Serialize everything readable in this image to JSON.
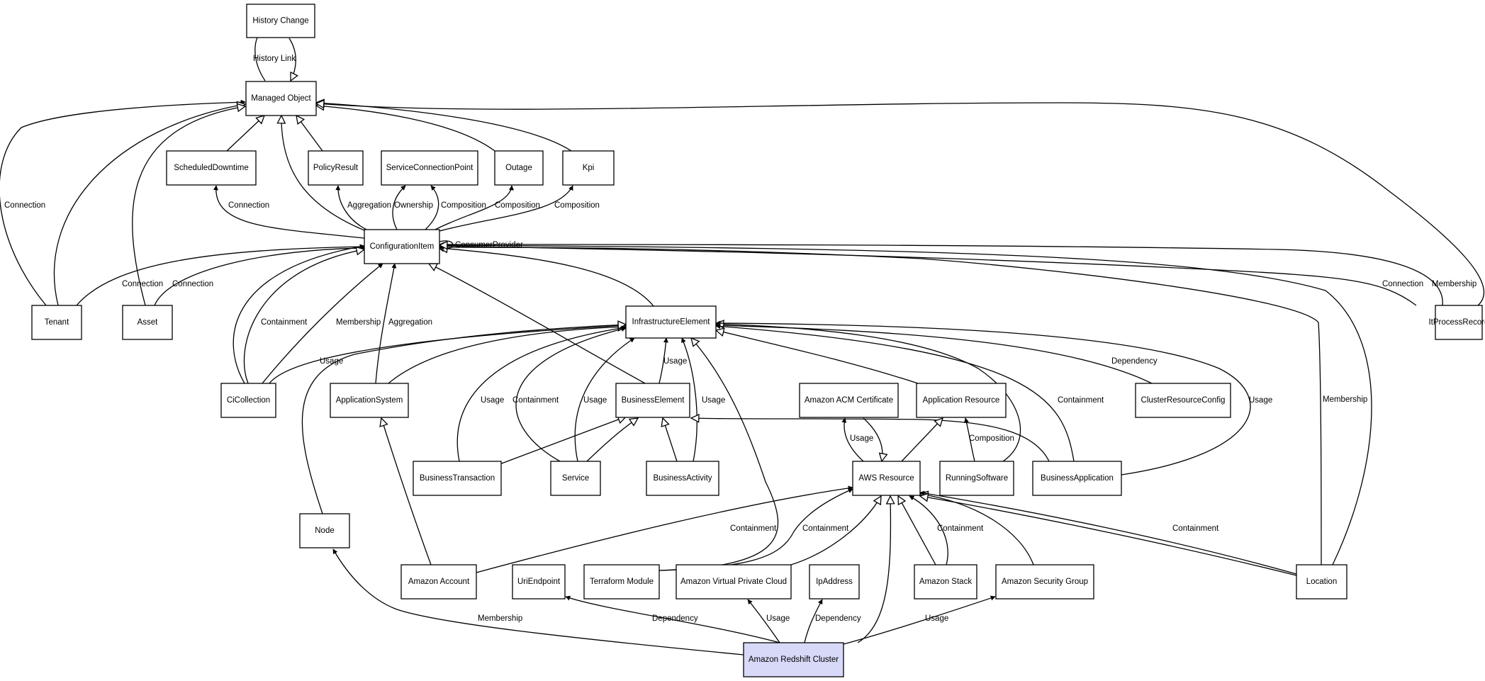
{
  "nodes": {
    "history_change": "History Change",
    "managed_object": "Managed Object",
    "scheduled_downtime": "ScheduledDowntime",
    "policy_result": "PolicyResult",
    "service_connection_point": "ServiceConnectionPoint",
    "outage": "Outage",
    "kpi": "Kpi",
    "configuration_item": "ConfigurationItem",
    "tenant": "Tenant",
    "asset": "Asset",
    "infrastructure_element": "InfrastructureElement",
    "it_process_record": "ItProcessRecord",
    "ci_collection": "CiCollection",
    "application_system": "ApplicationSystem",
    "business_element": "BusinessElement",
    "amazon_acm_certificate": "Amazon ACM Certificate",
    "application_resource": "Application Resource",
    "cluster_resource_config": "ClusterResourceConfig",
    "business_transaction": "BusinessTransaction",
    "service": "Service",
    "business_activity": "BusinessActivity",
    "aws_resource": "AWS Resource",
    "running_software": "RunningSoftware",
    "business_application": "BusinessApplication",
    "node": "Node",
    "amazon_account": "Amazon Account",
    "uri_endpoint": "UriEndpoint",
    "terraform_module": "Terraform Module",
    "amazon_vpc": "Amazon Virtual Private Cloud",
    "ip_address": "IpAddress",
    "amazon_stack": "Amazon Stack",
    "amazon_security_group": "Amazon Security Group",
    "location": "Location",
    "amazon_redshift_cluster": "Amazon Redshift Cluster"
  },
  "edge_labels": {
    "history_link": "History Link",
    "connection_tenant_mo": "Connection",
    "connection_sd": "Connection",
    "aggregation_pr": "Aggregation",
    "ownership_scp": "Ownership",
    "composition_scp": "Composition",
    "composition_outage": "Composition",
    "composition_kpi": "Composition",
    "consumer_provider": "ConsumerProvider",
    "connection_tenant_ci": "Connection",
    "connection_asset_ci": "Connection",
    "connection_itpr_ci": "Connection",
    "membership_itpr_mo": "Membership",
    "containment_cic_ci": "Containment",
    "membership_cic_ci": "Membership",
    "aggregation_as_ci": "Aggregation",
    "usage_cic_ie": "Usage",
    "dependency_crc_ie": "Dependency",
    "usage_bt_ie": "Usage",
    "containment_service_ie": "Containment",
    "usage_service_ie": "Usage",
    "usage_be_ie": "Usage",
    "usage_ba_ie": "Usage",
    "containment_bapp_ie": "Containment",
    "usage_bapp_ie": "Usage",
    "membership_location_ci": "Membership",
    "usage_aws_acm": "Usage",
    "composition_rs_ar": "Composition",
    "containment_acct_aws": "Containment",
    "containment_tf_aws": "Containment",
    "containment_stack_aws": "Containment",
    "containment_location_aws": "Containment",
    "membership_redshift_node": "Membership",
    "dependency_redshift_uri": "Dependency",
    "usage_redshift_vpc": "Usage",
    "dependency_redshift_ip": "Dependency",
    "usage_redshift_sg": "Usage"
  },
  "colors": {
    "highlight_fill": "#d8d8f8",
    "node_fill": "#ffffff",
    "stroke": "#000000"
  }
}
